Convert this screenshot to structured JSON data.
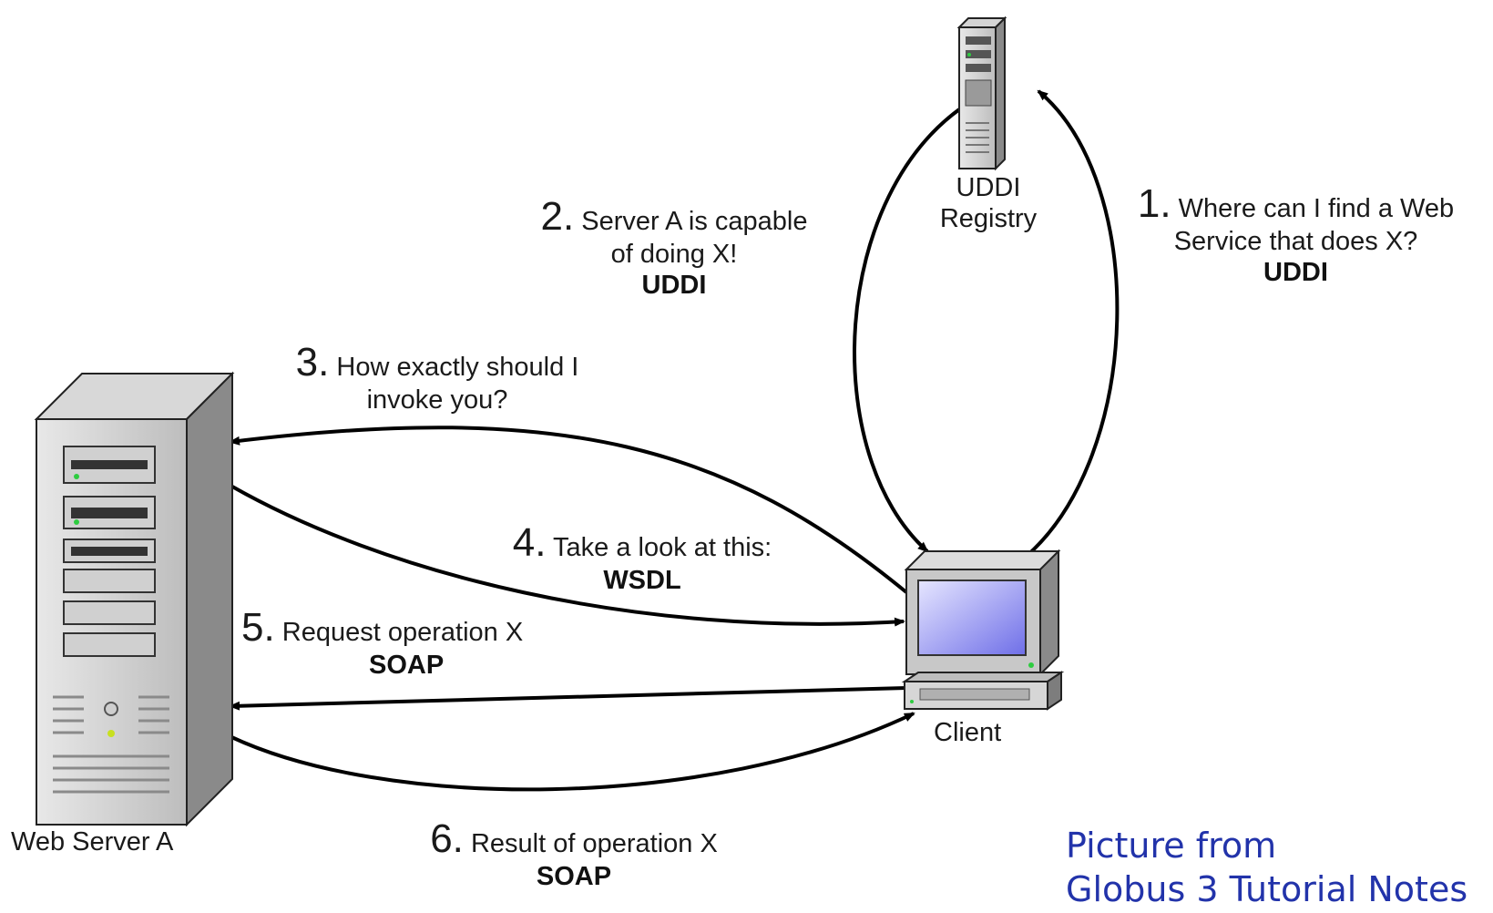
{
  "nodes": {
    "registry": [
      "UDDI",
      "Registry"
    ],
    "client": "Client",
    "server": "Web Server A"
  },
  "steps": [
    {
      "num": "1.",
      "lines": [
        "Where can I find a Web",
        "Service that does X?"
      ],
      "protocol": "UDDI"
    },
    {
      "num": "2.",
      "lines": [
        "Server A is capable",
        "of doing X!"
      ],
      "protocol": "UDDI"
    },
    {
      "num": "3.",
      "lines": [
        "How exactly should I",
        "invoke you?"
      ],
      "protocol": ""
    },
    {
      "num": "4.",
      "lines": [
        "Take a look at this:"
      ],
      "protocol": "WSDL"
    },
    {
      "num": "5.",
      "lines": [
        "Request operation X"
      ],
      "protocol": "SOAP"
    },
    {
      "num": "6.",
      "lines": [
        "Result of operation X"
      ],
      "protocol": "SOAP"
    }
  ],
  "caption": [
    "Picture from",
    "Globus 3 Tutorial Notes"
  ],
  "icons": {
    "registry": "server-tower-icon",
    "client": "desktop-computer-icon",
    "server": "server-tower-icon"
  },
  "colors": {
    "caption": "#2233aa",
    "arrow": "#000000"
  }
}
